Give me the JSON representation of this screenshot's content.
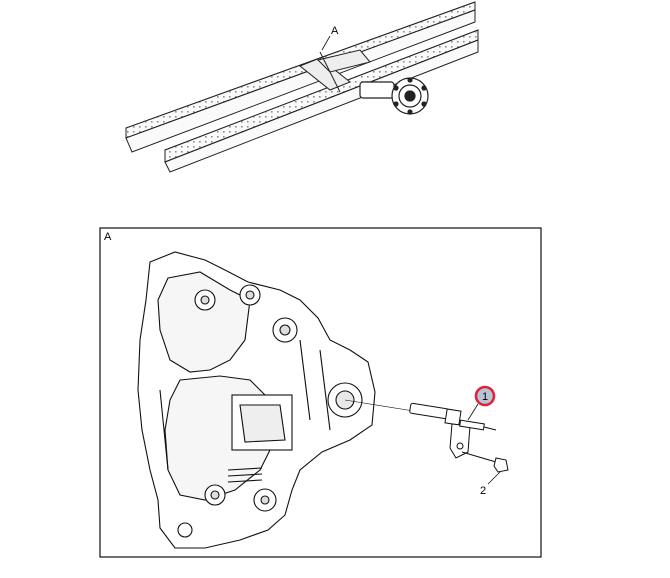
{
  "overview": {
    "callout": "A"
  },
  "detail": {
    "frame_label": "A",
    "callouts": [
      {
        "number": "1",
        "highlighted": true,
        "highlight_color": "#e0213a",
        "fill_color": "#b9c4d6"
      },
      {
        "number": "2",
        "highlighted": false
      }
    ]
  }
}
